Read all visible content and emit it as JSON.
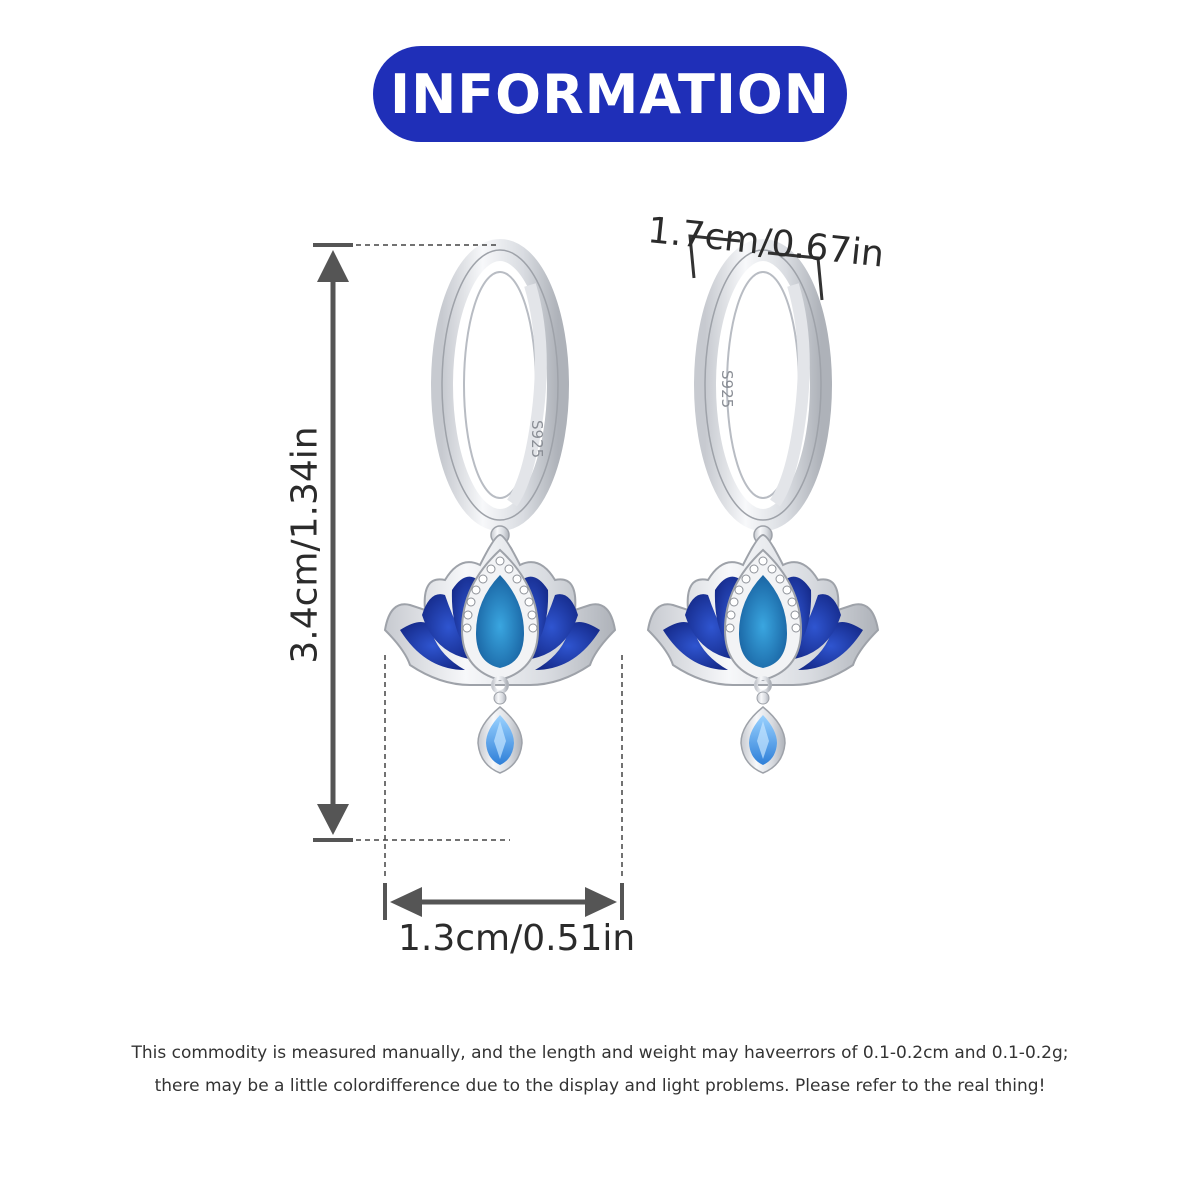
{
  "header": {
    "title": "INFORMATION"
  },
  "dimensions": {
    "width_top": "1.7cm/0.67in",
    "height": "3.4cm/1.34in",
    "width_bottom": "1.3cm/0.51in"
  },
  "product": {
    "stamp": "S925"
  },
  "disclaimer": {
    "line1": "This commodity is measured manually, and the length and weight may haveerrors of 0.1-0.2cm and 0.1-0.2g;",
    "line2": "there may be a little colordifference due to the display and light problems. Please refer to the real thing!"
  },
  "colors": {
    "banner": "#1f2fb8",
    "enamel_dark": "#1e3aa8",
    "enamel_light": "#1f7fc0",
    "gem": "#4aa8f0",
    "silver": "#e6e8ec",
    "measure_line": "#555555"
  }
}
